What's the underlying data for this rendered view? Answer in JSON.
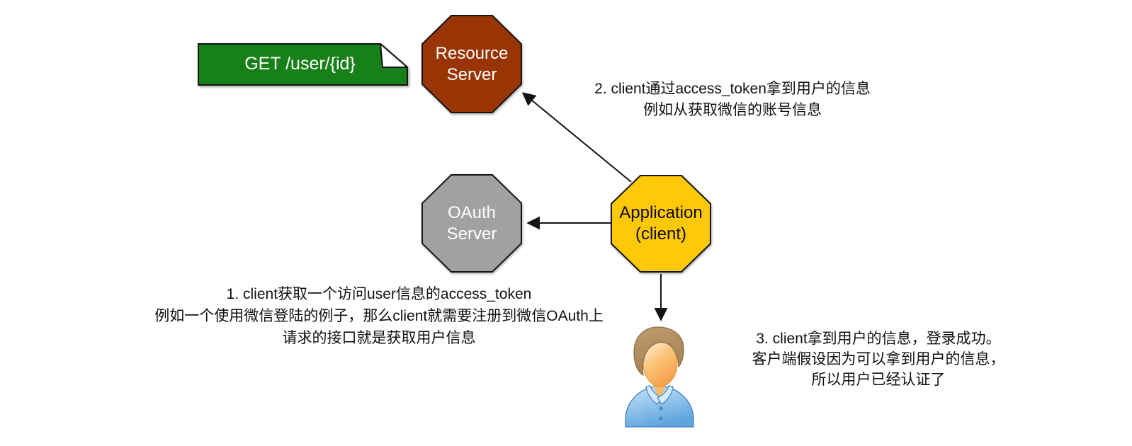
{
  "diagram": {
    "note": {
      "label": "GET /user/{id}",
      "fill": "#188018"
    },
    "nodes": {
      "resource_server": {
        "line1": "Resource",
        "line2": "Server",
        "fill": "#993404",
        "text_color": "#ffffff"
      },
      "oauth_server": {
        "line1": "OAuth",
        "line2": "Server",
        "fill": "#a1a1a1",
        "text_color": "#ffffff"
      },
      "application": {
        "line1": "Application",
        "line2": "(client)",
        "fill": "#ffc808",
        "text_color": "#000000"
      }
    },
    "steps": {
      "step1": {
        "line1": "1. client获取一个访问user信息的access_token",
        "line2": "例如一个使用微信登陆的例子，那么client就需要注册到微信OAuth上",
        "line3": "请求的接口就是获取用户信息"
      },
      "step2": {
        "line1": "2. client通过access_token拿到用户的信息",
        "line2": "例如从获取微信的账号信息"
      },
      "step3": {
        "line1": "3. client拿到用户的信息，登录成功。",
        "line2": "客户端假设因为可以拿到用户的信息，",
        "line3": "所以用户已经认证了"
      }
    },
    "icons": {
      "user": "user-person-icon"
    },
    "colors": {
      "arrow": "#141414",
      "note_green": "#188018",
      "resource_red": "#993404",
      "oauth_gray": "#a1a1a1",
      "application_gold": "#ffc808",
      "user_hair": "#b39062",
      "user_skin": "#f6ab55",
      "user_shirt": "#6fb1e8"
    }
  }
}
